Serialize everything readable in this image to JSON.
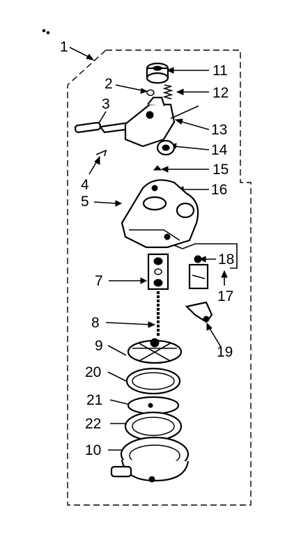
{
  "diagram": {
    "callouts": [
      "1",
      "2",
      "3",
      "4",
      "5",
      "7",
      "8",
      "9",
      "10",
      "11",
      "12",
      "13",
      "14",
      "15",
      "16",
      "17",
      "18",
      "19",
      "20",
      "21",
      "22"
    ]
  }
}
